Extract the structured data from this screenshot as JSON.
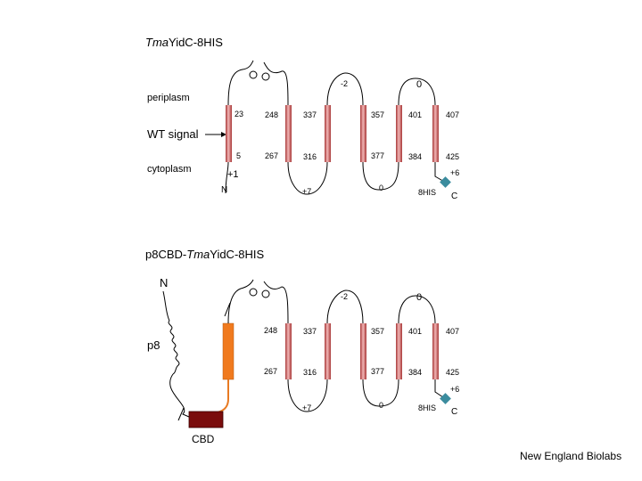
{
  "colors": {
    "helix_red": "#c95555",
    "helix_orange": "#f07a1e",
    "linker_orange": "#e87a22",
    "cbd_fill": "#7a0c0c",
    "his_tag": "#3b8c9e",
    "line": "#000000"
  },
  "top": {
    "title_italic": "Tma",
    "title_rest": "YidC-8HIS",
    "periplasm": "periplasm",
    "cytoplasm": "cytoplasm",
    "wt_signal": "WT signal",
    "n_term": "N",
    "c_term": "C",
    "charge_m2": "-2",
    "charge_0": "0",
    "charge_p1": "+1",
    "charge_p7": "+7",
    "charge_0b": "0",
    "charge_p6": "+6",
    "his": "8HIS",
    "tm1_top": "23",
    "tm1_bot": "5",
    "tm2_top": "248",
    "tm2_bot": "267",
    "tm3_top": "337",
    "tm3_bot": "316",
    "tm4_top": "357",
    "tm4_bot": "377",
    "tm5_top": "401",
    "tm5_bot": "384",
    "tm6_top": "407",
    "tm6_bot": "425"
  },
  "bottom": {
    "title_p8": "p8CBD-",
    "title_italic": "Tma",
    "title_rest": "YidC-8HIS",
    "n_term": "N",
    "c_term": "C",
    "p8": "p8",
    "cbd": "CBD",
    "charge_m2": "-2",
    "charge_0": "0",
    "charge_p7": "+7",
    "charge_0b": "0",
    "charge_p6": "+6",
    "his": "8HIS",
    "tm2_top": "248",
    "tm2_bot": "267",
    "tm3_top": "337",
    "tm3_bot": "316",
    "tm4_top": "357",
    "tm4_bot": "377",
    "tm5_top": "401",
    "tm5_bot": "384",
    "tm6_top": "407",
    "tm6_bot": "425"
  },
  "credit": "New England Biolabs"
}
